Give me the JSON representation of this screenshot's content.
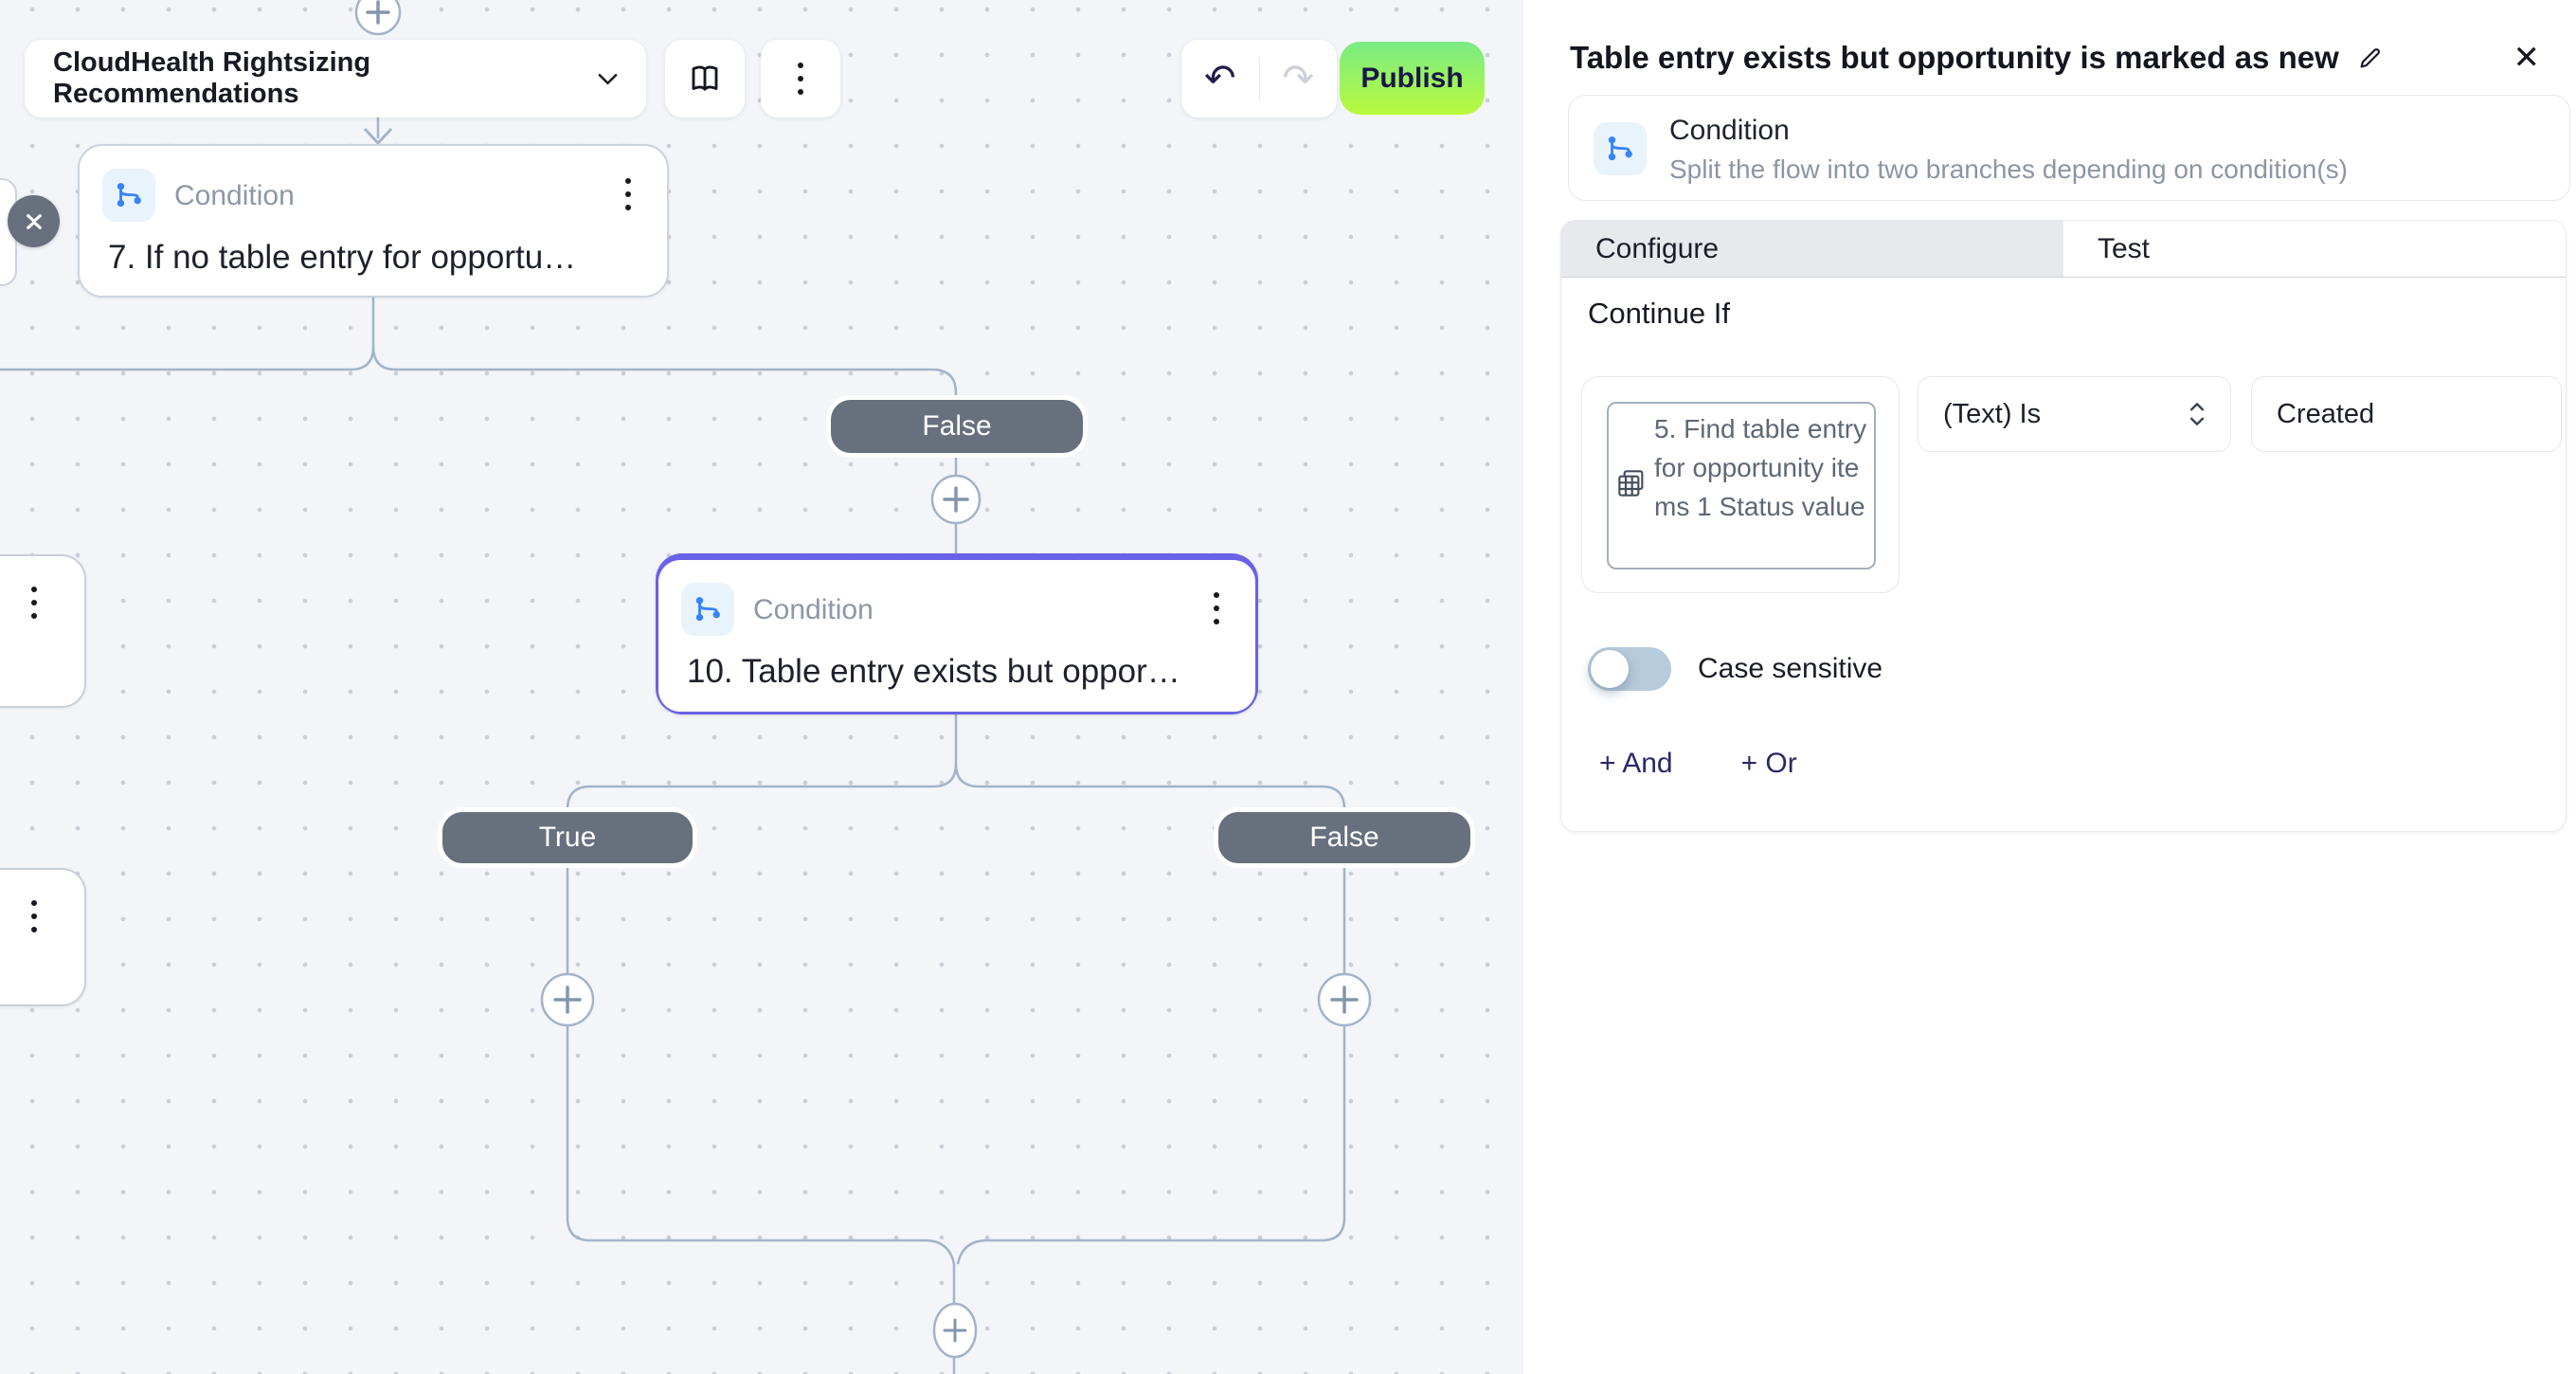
{
  "icons": {
    "undo": "↶",
    "redo": "↷",
    "close": "✕"
  },
  "canvas": {
    "workflow_selector": {
      "label": "CloudHealth Rightsizing Recommendations"
    },
    "toolbar": {
      "publish_label": "Publish"
    },
    "nodes": {
      "node7": {
        "type_label": "Condition",
        "title": "7. If no table entry for opportu…"
      },
      "node10": {
        "type_label": "Condition",
        "title": "10. Table entry exists but oppor…"
      }
    },
    "badges": {
      "false_top": "False",
      "true_bottom": "True",
      "false_bottom": "False"
    }
  },
  "panel": {
    "title": "Table entry exists but opportunity is marked as new",
    "step": {
      "name": "Condition",
      "description": "Split the flow into two branches depending on condition(s)"
    },
    "tabs": [
      {
        "label": "Configure"
      },
      {
        "label": "Test"
      }
    ],
    "section_heading": "Continue If",
    "condition": {
      "operand": "5. Find table entry for opportunity items 1 Status value",
      "operator": "(Text) Is",
      "value": "Created",
      "case_sensitive_label": "Case sensitive",
      "and_label": "+ And",
      "or_label": "+ Or"
    }
  },
  "colors": {
    "accent_indigo": "#6b61e8",
    "publish_gradient_top": "#79eb85",
    "publish_gradient_bottom": "#b9fa3c",
    "badge_gray": "#68707e",
    "flow_line": "#a3b3c9",
    "icon_blue": "#3584f7",
    "toggle_track_off": "#b6cbdc",
    "canvas_bg": "#f3f5f8"
  }
}
